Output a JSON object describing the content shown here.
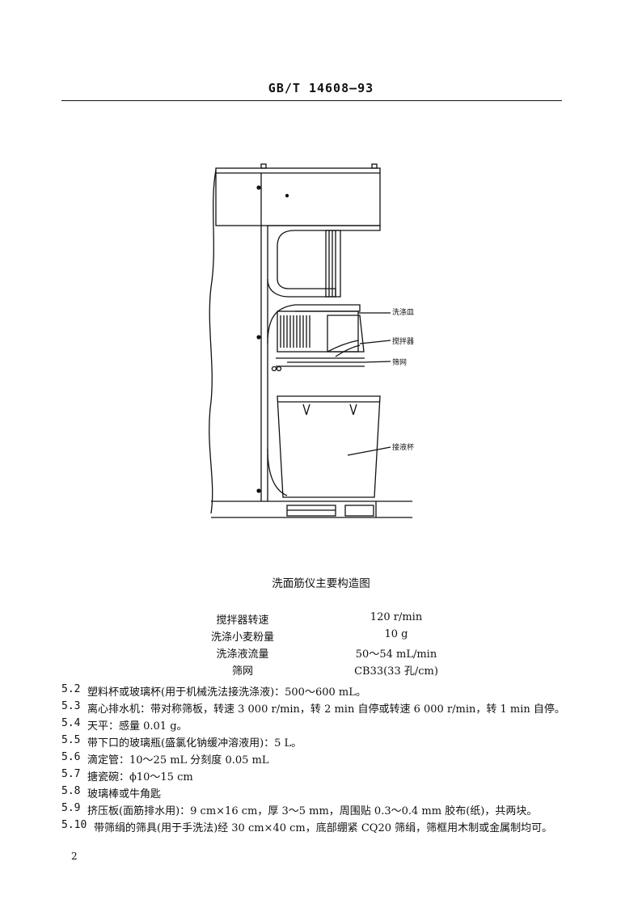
{
  "header": {
    "standard": "GB/T 14608—93"
  },
  "figure": {
    "labels": {
      "wash_chamber": "洗涤皿",
      "stirrer": "搅拌器",
      "sieve": "筛网",
      "receiving_cup": "接液杯"
    },
    "caption": "洗面筋仪主要构造图"
  },
  "specs": [
    {
      "name": "搅拌器转速",
      "value": "120 r/min"
    },
    {
      "name": "洗涤小麦粉量",
      "value": "10 g"
    },
    {
      "name": "洗涤液流量",
      "value": "50～54 mL/min"
    },
    {
      "name": "筛网",
      "value": "CB33(33 孔/cm)"
    }
  ],
  "items": [
    {
      "num": "5.2",
      "text": "塑料杯或玻璃杯(用于机械洗法接洗涤液)：500～600 mL。"
    },
    {
      "num": "5.3",
      "text": "离心排水机：带对称筛板，转速 3 000 r/min，转 2 min 自停或转速 6 000 r/min，转 1 min 自停。"
    },
    {
      "num": "5.4",
      "text": "天平：感量 0.01 g。"
    },
    {
      "num": "5.5",
      "text": "带下口的玻璃瓶(盛氯化钠缓冲溶液用)：5 L。"
    },
    {
      "num": "5.6",
      "text": "滴定管：10～25 mL 分刻度 0.05 mL"
    },
    {
      "num": "5.7",
      "text": "搪瓷碗：ϕ10～15 cm"
    },
    {
      "num": "5.8",
      "text": "玻璃棒或牛角匙"
    },
    {
      "num": "5.9",
      "text": "挤压板(面筋排水用)：9 cm×16 cm，厚 3～5 mm，周围贴 0.3～0.4 mm 胶布(纸)，共两块。"
    },
    {
      "num": "5.10",
      "text": "带筛绢的筛具(用于手洗法)经 30 cm×40 cm，底部绷紧 CQ20 筛绢，筛框用木制或金属制均可。"
    }
  ],
  "footer": {
    "page_number": "2"
  }
}
